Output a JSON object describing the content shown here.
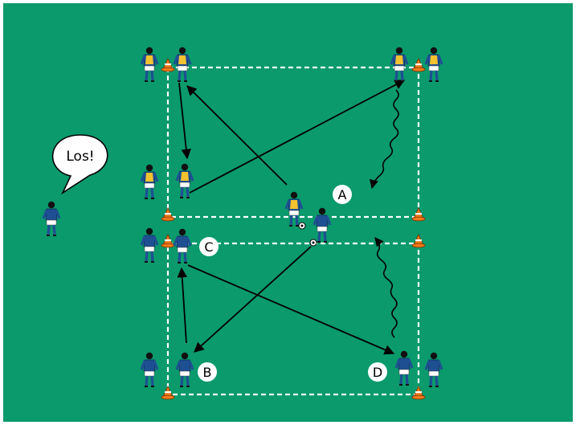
{
  "drill": {
    "field_color": "#0a9a6c",
    "line_color": "#ffffff",
    "arrow_color": "#000000",
    "team_yellow": "#f2c230",
    "team_blue": "#1f4f93",
    "coach_shout": "Los!",
    "markers": [
      {
        "id": "a",
        "label": "A"
      },
      {
        "id": "b",
        "label": "B"
      },
      {
        "id": "c",
        "label": "C"
      },
      {
        "id": "d",
        "label": "D"
      }
    ]
  }
}
